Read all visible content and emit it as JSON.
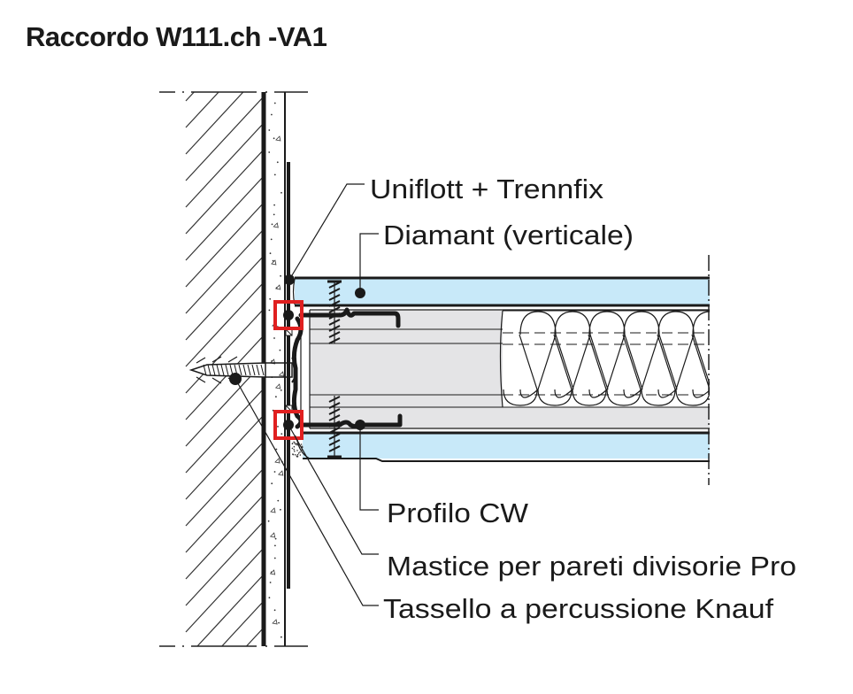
{
  "title": "Raccordo W111.ch -VA1",
  "colors": {
    "board_fill": "#c8e9f9",
    "cavity_fill": "#e4e4e6",
    "line": "#1a1a1a",
    "highlight": "#e02020"
  },
  "callouts": [
    {
      "id": "uniflott",
      "text": "Uniflott + Trennfix"
    },
    {
      "id": "diamant",
      "text": "Diamant (verticale)"
    },
    {
      "id": "profilo",
      "text": "Profilo CW"
    },
    {
      "id": "mastice",
      "text": "Mastice per pareti divisorie Pro"
    },
    {
      "id": "tassello",
      "text": "Tassello a percussione Knauf"
    }
  ]
}
